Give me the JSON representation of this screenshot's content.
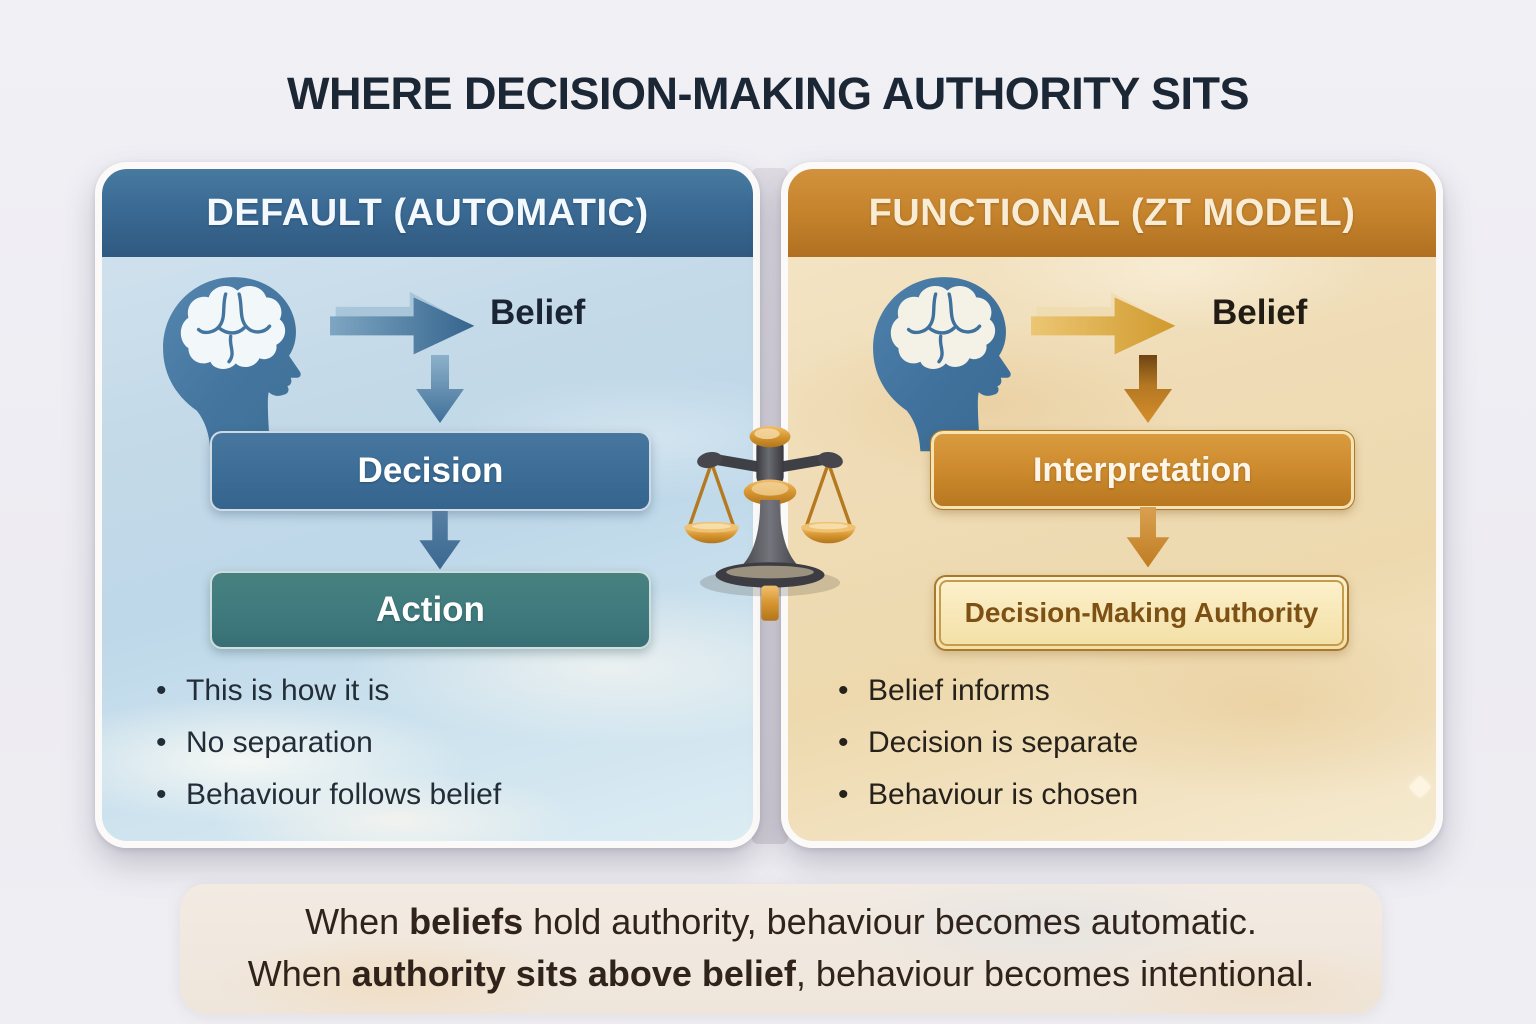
{
  "title": "WHERE DECISION-MAKING AUTHORITY SITS",
  "panels": [
    {
      "header": "DEFAULT (AUTOMATIC)",
      "belief_label": "Belief",
      "flow_boxes": [
        "Decision",
        "Action"
      ],
      "bullets": [
        "This is how it is",
        "No separation",
        "Behaviour follows belief"
      ],
      "theme_color": "#3c6d96"
    },
    {
      "header": "FUNCTIONAL (ZT MODEL)",
      "belief_label": "Belief",
      "flow_boxes": [
        "Interpretation",
        "Decision-Making Authority"
      ],
      "bullets": [
        "Belief informs",
        "Decision is separate",
        "Behaviour is chosen"
      ],
      "theme_color": "#c8862f"
    }
  ],
  "footer": {
    "line1": {
      "prefix": "When ",
      "bold": "beliefs",
      "suffix": " hold authority, behaviour becomes automatic."
    },
    "line2": {
      "prefix": "When ",
      "bold": "authority sits above belief",
      "suffix": ", behaviour becomes intentional."
    }
  },
  "icons": {
    "left_head": "brain-head-icon",
    "right_head": "brain-head-icon",
    "center": "balance-scale-icon",
    "arrows": [
      "right-arrow-icon",
      "down-arrow-icon"
    ]
  },
  "colors": {
    "title_text": "#1b2735",
    "left_header": "#3a6a94",
    "left_decision_box": "#3c6d96",
    "left_action_box": "#3f7a7e",
    "right_header": "#c5832c",
    "right_interpretation_box": "#cd8a2d",
    "right_authority_text": "#7d5013",
    "footer_text": "#30231b"
  }
}
